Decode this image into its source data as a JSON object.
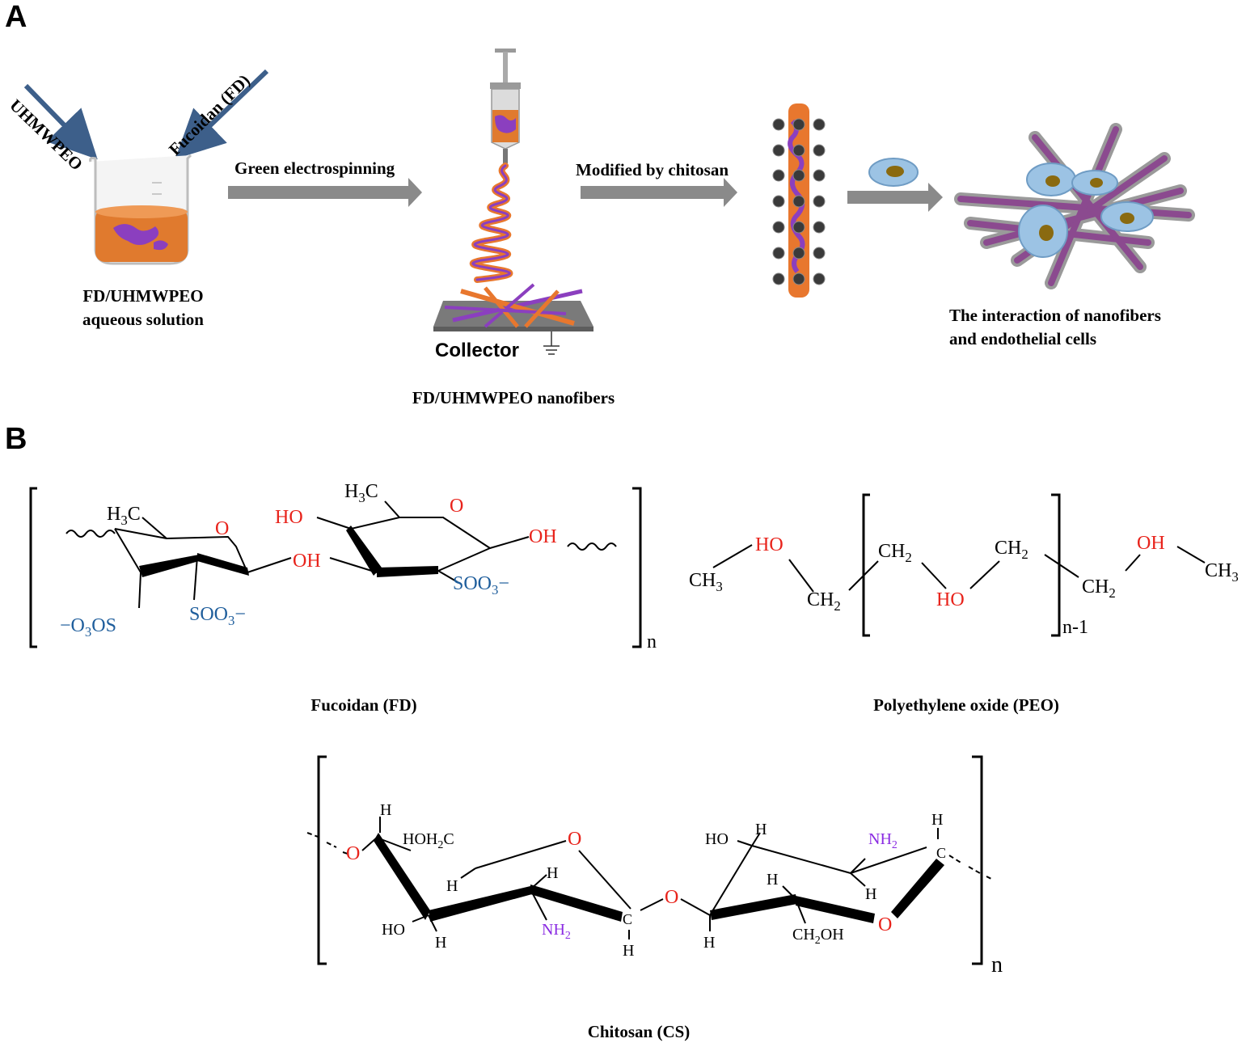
{
  "panel_a": {
    "label": "A",
    "beaker_arrow_left": "UHMWPEO",
    "beaker_arrow_right": "Fucoidan (FD)",
    "beaker_caption": [
      "FD/UHMWPEO",
      "aqueous solution"
    ],
    "step1": "Green electrospinning",
    "collector": "Collector",
    "nanofiber_caption": "FD/UHMWPEO nanofibers",
    "step2": "Modified by chitosan",
    "cells_caption": [
      "The interaction of nanofibers",
      "and endothelial cells"
    ]
  },
  "panel_b": {
    "label": "B",
    "fucoidan_name": "Fucoidan (FD)",
    "peo_name": "Polyethylene oxide (PEO)",
    "chitosan_name": "Chitosan (CS)",
    "repeat_n": "n",
    "repeat_n1": "n-1",
    "fd": {
      "h3c_left": "H3C",
      "o_ring1": "O",
      "o3s": "−O3OS",
      "soo3_a": "SOO3−",
      "oh_link": "OH",
      "ho": "HO",
      "h3c_right": "H3C",
      "o_ring2": "O",
      "oh_end": "OH",
      "soo3_b": "SOO3−"
    },
    "peo": {
      "ch3_left": "CH3",
      "ho_left": "HO",
      "ch2_a": "CH2",
      "ch2_b": "CH2",
      "ho_mid": "HO",
      "ch2_c": "CH2",
      "ch2_d": "CH2",
      "oh_right": "OH",
      "ch3_right": "CH3"
    },
    "cs": {
      "o_left": "O",
      "h1": "H",
      "hoh2c": "HOH2C",
      "o_ring1": "O",
      "h2": "H",
      "h3": "H",
      "ho1": "HO",
      "h4": "H",
      "nh2_a": "NH2",
      "c1": "C",
      "h5": "H",
      "o_bridge": "O",
      "ho2": "HO",
      "h6": "H",
      "nh2_b": "NH2",
      "h7": "H",
      "c2": "C",
      "h8": "H",
      "h9": "H",
      "h10": "H",
      "ch2oh": "CH2OH",
      "o_ring2": "O"
    }
  },
  "colors": {
    "arrow_blue": "#3d5f8a",
    "arrow_gray": "#8a8a8a",
    "fiber_orange": "#e8772e",
    "fiber_purple": "#8b3fbf",
    "cell_blue": "#9cc3e4",
    "nucleus": "#8a6a10",
    "oxygen_red": "#e8231b",
    "sulfate_blue": "#1f5e9c",
    "amine_purple": "#8a2be2"
  }
}
